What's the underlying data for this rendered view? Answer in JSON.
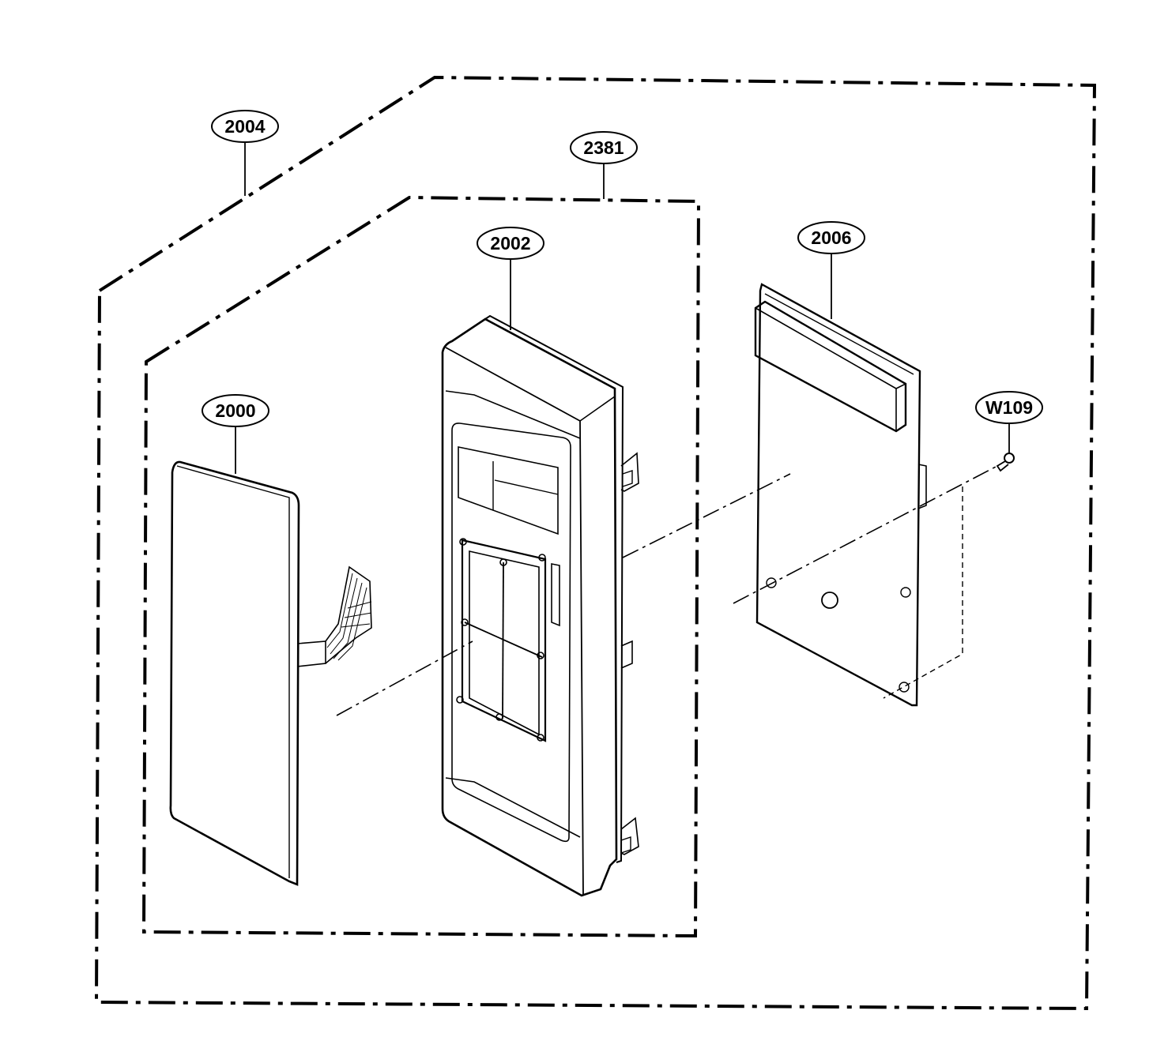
{
  "diagram": {
    "callouts": [
      {
        "id": "outer_assembly",
        "label": "2004"
      },
      {
        "id": "inner_assembly",
        "label": "2381"
      },
      {
        "id": "panel",
        "label": "2002"
      },
      {
        "id": "pcb",
        "label": "2006"
      },
      {
        "id": "membrane",
        "label": "2000"
      },
      {
        "id": "screw",
        "label": "W109"
      }
    ]
  }
}
